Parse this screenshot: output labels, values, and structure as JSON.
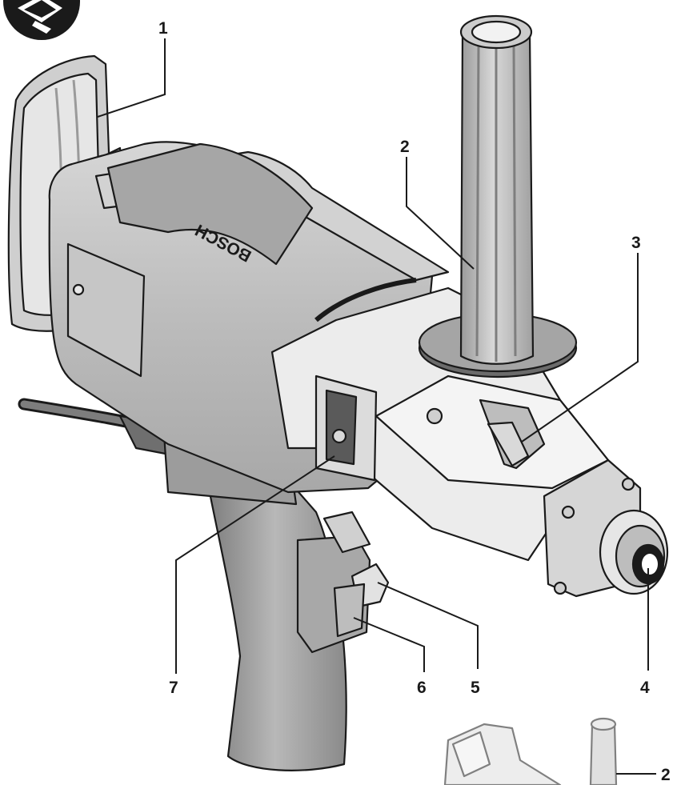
{
  "diagram": {
    "brand_mark": "BOSCH",
    "callouts": [
      {
        "id": "1",
        "text": "1"
      },
      {
        "id": "2",
        "text": "2"
      },
      {
        "id": "3",
        "text": "3"
      },
      {
        "id": "4",
        "text": "4"
      },
      {
        "id": "5",
        "text": "5"
      },
      {
        "id": "6",
        "text": "6"
      },
      {
        "id": "7",
        "text": "7"
      },
      {
        "id": "2b",
        "text": "2"
      }
    ],
    "icons": [
      "manual-book-icon",
      "power-drill-illustration",
      "inset-drill-illustration"
    ],
    "colors": {
      "light_body": "#e4e4e4",
      "mid_body": "#c2c2c2",
      "dark_body": "#8c8c8c",
      "outline": "#1a1a1a"
    }
  }
}
